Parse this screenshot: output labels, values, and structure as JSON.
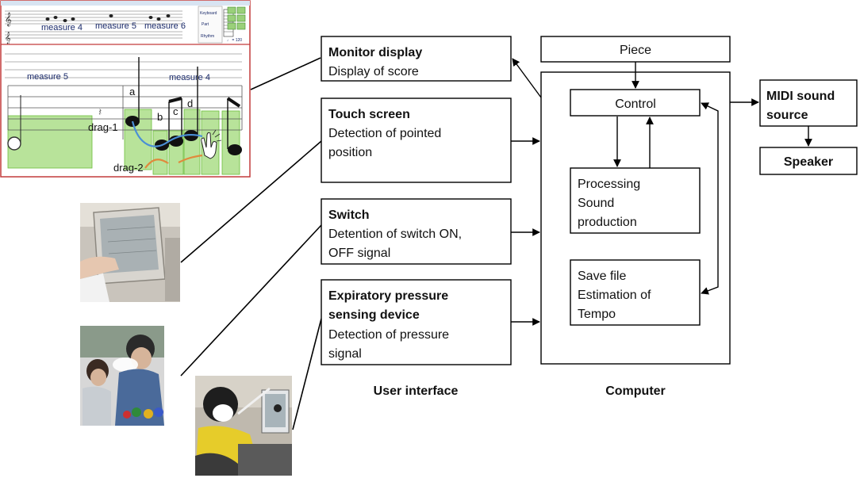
{
  "colors": {
    "line": "#000000",
    "note_highlight": "#b8e39a",
    "note_highlight_border": "#6cbf3c",
    "drag1_path": "#4a8fd6",
    "drag2_path": "#e08a3c",
    "window_frame": "#c23a3a"
  },
  "screenshot": {
    "top_measures": [
      "measure 4",
      "measure 5",
      "measure 6"
    ],
    "side_labels": [
      "Keyboard",
      "Part",
      "Rhythm"
    ],
    "tempo_text": "♩ = 120",
    "main_measures": [
      "measure 5",
      "measure 4"
    ],
    "note_labels": [
      "a",
      "b",
      "c",
      "d"
    ],
    "drag_labels": [
      "drag-1",
      "drag-2"
    ]
  },
  "ui": {
    "monitor": {
      "title": "Monitor display",
      "line1": "Display of score"
    },
    "touch": {
      "title": "Touch screen",
      "line1": "Detection of pointed",
      "line2": "position"
    },
    "switch": {
      "title": "Switch",
      "line1": "Detention of switch ON,",
      "line2": "OFF signal"
    },
    "pressure": {
      "title1": "Expiratory pressure",
      "title2": "sensing device",
      "line1": "Detection of pressure",
      "line2": "signal"
    },
    "caption": "User interface"
  },
  "computer": {
    "piece": "Piece",
    "control": "Control",
    "processing": [
      "Processing",
      "Sound",
      "production"
    ],
    "save": [
      "Save file",
      "Estimation of",
      "Tempo"
    ],
    "caption": "Computer"
  },
  "output": {
    "midi": [
      "MIDI sound",
      "source"
    ],
    "speaker": "Speaker"
  },
  "photos": [
    "touch-screen-user-photo",
    "switch-users-photo",
    "pressure-device-user-photo"
  ]
}
